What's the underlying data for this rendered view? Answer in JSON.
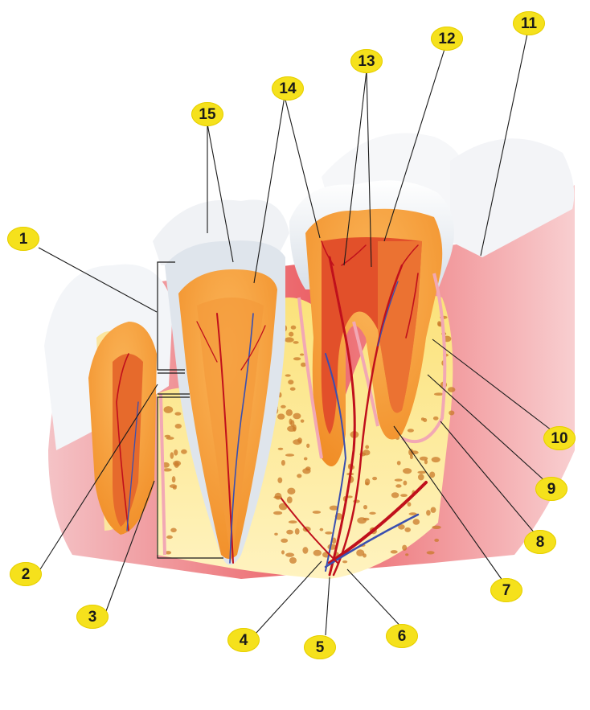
{
  "labels": [
    "1",
    "2",
    "3",
    "4",
    "5",
    "6",
    "7",
    "8",
    "9",
    "10",
    "11",
    "12",
    "13",
    "14",
    "15"
  ],
  "colors": {
    "marker": "#f5e11c",
    "enamel": "#eef1f4",
    "dentin": "#f7a43a",
    "pulp": "#e2502a",
    "gum": "#e2383a",
    "bone": "#f6d24b",
    "bone_spot": "#c97a2a",
    "vessel_red": "#c0101c",
    "vessel_blue": "#3a4fb0",
    "leader": "#1a1a1a"
  }
}
